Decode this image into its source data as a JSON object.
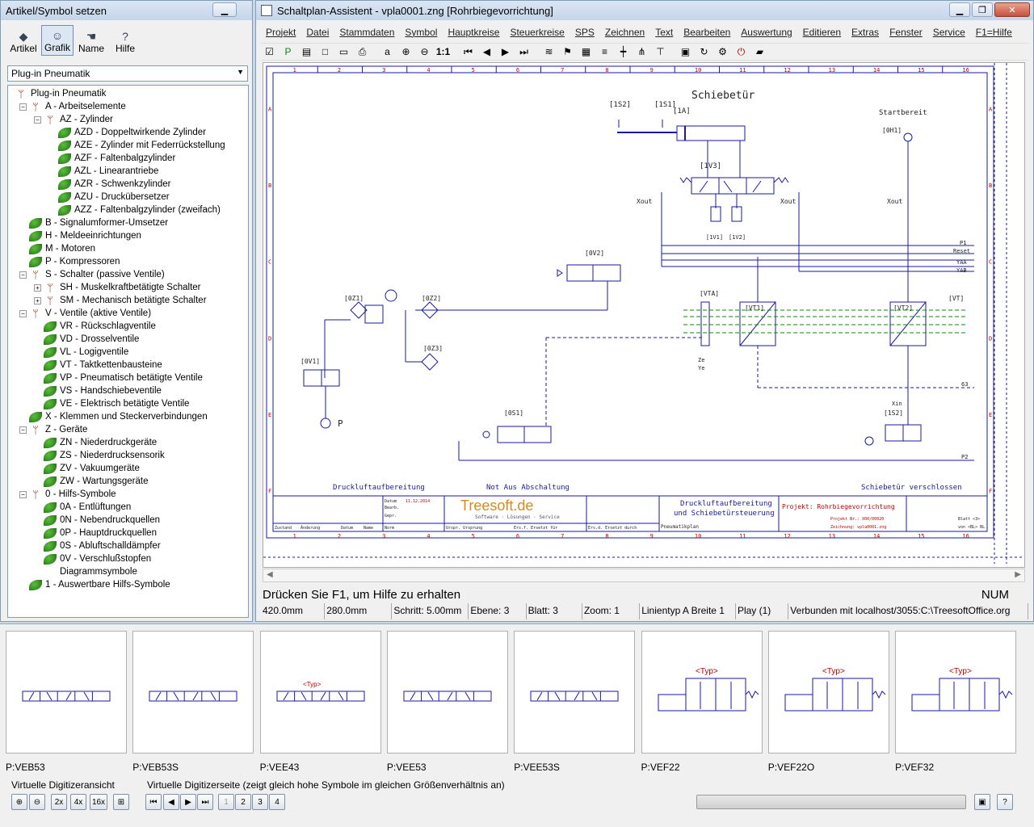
{
  "left_panel": {
    "title": "Artikel/Symbol setzen",
    "tabs": [
      {
        "label": "Artikel",
        "icon": "cube-icon"
      },
      {
        "label": "Grafik",
        "icon": "owl-icon"
      },
      {
        "label": "Name",
        "icon": "hand-icon"
      },
      {
        "label": "Hilfe",
        "icon": "question-icon"
      }
    ],
    "combo_value": "Plug-in Pneumatik",
    "tree": [
      {
        "label": "Plug-in Pneumatik",
        "level": 0,
        "kind": "root"
      },
      {
        "label": "A - Arbeitselemente",
        "level": 1,
        "kind": "branch"
      },
      {
        "label": "AZ - Zylinder",
        "level": 2,
        "kind": "branch"
      },
      {
        "label": "AZD - Doppeltwirkende Zylinder",
        "level": 3,
        "kind": "leaf"
      },
      {
        "label": "AZE - Zylinder mit Federrückstellung",
        "level": 3,
        "kind": "leaf"
      },
      {
        "label": "AZF - Faltenbalgzylinder",
        "level": 3,
        "kind": "leaf"
      },
      {
        "label": "AZL - Linearantriebe",
        "level": 3,
        "kind": "leaf"
      },
      {
        "label": "AZR - Schwenkzylinder",
        "level": 3,
        "kind": "leaf"
      },
      {
        "label": "AZU - Druckübersetzer",
        "level": 3,
        "kind": "leaf"
      },
      {
        "label": "AZZ - Faltenbalgzylinder (zweifach)",
        "level": 3,
        "kind": "leaf"
      },
      {
        "label": "B - Signalumformer-Umsetzer",
        "level": 1,
        "kind": "leaf"
      },
      {
        "label": "H - Meldeeinrichtungen",
        "level": 1,
        "kind": "leaf"
      },
      {
        "label": "M - Motoren",
        "level": 1,
        "kind": "leaf"
      },
      {
        "label": "P - Kompressoren",
        "level": 1,
        "kind": "leaf"
      },
      {
        "label": "S - Schalter (passive Ventile)",
        "level": 1,
        "kind": "branch"
      },
      {
        "label": "SH - Muskelkraftbetätigte Schalter",
        "level": 2,
        "kind": "branch-collapsed"
      },
      {
        "label": "SM - Mechanisch betätigte Schalter",
        "level": 2,
        "kind": "branch-collapsed"
      },
      {
        "label": "V - Ventile (aktive Ventile)",
        "level": 1,
        "kind": "branch"
      },
      {
        "label": "VR - Rückschlagventile",
        "level": 2,
        "kind": "leaf"
      },
      {
        "label": "VD - Drosselventile",
        "level": 2,
        "kind": "leaf"
      },
      {
        "label": "VL - Logigventile",
        "level": 2,
        "kind": "leaf"
      },
      {
        "label": "VT - Taktkettenbausteine",
        "level": 2,
        "kind": "leaf"
      },
      {
        "label": "VP - Pneumatisch betätigte Ventile",
        "level": 2,
        "kind": "leaf"
      },
      {
        "label": "VS - Handschiebeventile",
        "level": 2,
        "kind": "leaf"
      },
      {
        "label": "VE - Elektrisch betätigte Ventile",
        "level": 2,
        "kind": "leaf"
      },
      {
        "label": "X - Klemmen und Steckerverbindungen",
        "level": 1,
        "kind": "leaf"
      },
      {
        "label": "Z - Geräte",
        "level": 1,
        "kind": "branch"
      },
      {
        "label": "ZN - Niederdruckgeräte",
        "level": 2,
        "kind": "leaf"
      },
      {
        "label": "ZS - Niederdrucksensorik",
        "level": 2,
        "kind": "leaf"
      },
      {
        "label": "ZV - Vakuumgeräte",
        "level": 2,
        "kind": "leaf"
      },
      {
        "label": "ZW - Wartungsgeräte",
        "level": 2,
        "kind": "leaf"
      },
      {
        "label": "0 - Hilfs-Symbole",
        "level": 1,
        "kind": "branch"
      },
      {
        "label": "0A - Entlüftungen",
        "level": 2,
        "kind": "leaf"
      },
      {
        "label": "0N - Nebendruckquellen",
        "level": 2,
        "kind": "leaf"
      },
      {
        "label": "0P - Hauptdruckquellen",
        "level": 2,
        "kind": "leaf"
      },
      {
        "label": "0S - Abluftschalldämpfer",
        "level": 2,
        "kind": "leaf"
      },
      {
        "label": "0V - Verschlußstopfen",
        "level": 2,
        "kind": "leaf"
      },
      {
        "label": "Diagrammsymbole",
        "level": 2,
        "kind": "none"
      },
      {
        "label": "1 - Auswertbare Hilfs-Symbole",
        "level": 1,
        "kind": "leaf"
      }
    ]
  },
  "main": {
    "title": "Schaltplan-Assistent - vpla0001.zng [Rohrbiegevorrichtung]",
    "menu": [
      "Projekt",
      "Datei",
      "Stammdaten",
      "Symbol",
      "Hauptkreise",
      "Steuerkreise",
      "SPS",
      "Zeichnen",
      "Text",
      "Bearbeiten",
      "Auswertung",
      "Editieren",
      "Extras",
      "Fenster",
      "Service",
      "F1=Hilfe"
    ],
    "toolbar_icons": [
      "check-icon",
      "pn-icon",
      "page-icon",
      "new-icon",
      "open-icon",
      "print-icon",
      "abc-icon",
      "zoom-in-icon",
      "zoom-out-icon",
      "zoom-11-icon",
      "first-icon",
      "prev-icon",
      "next-icon",
      "last-icon",
      "layers-icon",
      "symbol-icon",
      "grid-icon",
      "hline-icon",
      "connect-icon",
      "nodes-icon",
      "tree-icon",
      "image-icon",
      "refresh-icon",
      "settings-icon",
      "power-icon",
      "book-icon"
    ],
    "zoom_label": "1:1",
    "drawing": {
      "title_schiebetuer": "Schiebetür",
      "label_1s2": "[1S2]",
      "label_1s1": "[1S1]",
      "label_1a": "[1A]",
      "label_1v3": "[1V3]",
      "label_1v1": "[1V1]",
      "label_1v2": "[1V2]",
      "label_startbereit": "Startbereit",
      "label_0h1": "[0H1]",
      "label_0v2": "[0V2]",
      "label_0z1": "[0Z1]",
      "label_0z2": "[0Z2]",
      "label_0z3": "[0Z3]",
      "label_0v1": "[0V1]",
      "label_0s1": "[0S1]",
      "label_vta": "[VTA]",
      "label_vt1": "[VT1]",
      "label_vt2": "[VT2]",
      "label_vt": "[VT]",
      "label_1s2b": "[1S2]",
      "label_xout1": "Xout",
      "label_xout2": "Xout",
      "label_xout3": "Xout",
      "label_xin": "Xin",
      "bus_p1": "P1",
      "bus_reset": "Reset",
      "bus_yaa": "YAA",
      "bus_yab": "YAB",
      "bus_p2": "P2",
      "bus_63": "63",
      "label_ze": "Ze",
      "label_ye": "Ye",
      "label_p": "P",
      "caption_druckluft": "Druckluftaufbereitung",
      "caption_notaus": "Not Aus Abschaltung",
      "caption_schiebetuer": "Schiebetür verschlossen",
      "tb_datum": "Datum",
      "tb_datum_val": "11.12.2014",
      "tb_bearb": "Bearb.",
      "tb_gepr": "Gepr.",
      "tb_norm": "Norm",
      "tb_zustand": "Zustand",
      "tb_aenderung": "Änderung",
      "tb_datum2": "Datum",
      "tb_name": "Name",
      "tb_ursprung": "Urspr. Ursprung",
      "tb_ersfuer": "Ers.f. Ersetzt für",
      "tb_ersdurch": "Ers.d. Ersetzt durch",
      "tb_logo": "Treesoft.de",
      "tb_logo_sub": "Software · Lösungen · Service",
      "tb_desc1": "Druckluftaufbereitung",
      "tb_desc2": "und Schiebetürsteuerung",
      "tb_plan": "Pneumatikplan",
      "tb_projekt": "Projekt: Rohrbiegevorrichtung",
      "tb_projnr": "Projekt Nr.: X00/00020",
      "tb_zeichnung": "Zeichnung: vpla0001.zng",
      "tb_blatt": "Blatt <3>",
      "tb_von": "von <BL> BL",
      "row_letters": [
        "A",
        "B",
        "C",
        "D",
        "E",
        "F"
      ],
      "col_numbers": [
        "1",
        "2",
        "3",
        "4",
        "5",
        "6",
        "7",
        "8",
        "9",
        "10",
        "11",
        "12",
        "13",
        "14",
        "15",
        "16"
      ]
    },
    "status_message": "Drücken Sie F1, um Hilfe zu erhalten",
    "status_num": "NUM",
    "statusbar": [
      "420.0mm",
      "280.0mm",
      "Schritt: 5.00mm",
      "Ebene: 3",
      "Blatt: 3",
      "Zoom: 1",
      "Linientyp A Breite 1",
      "Play (1)",
      "Verbunden mit localhost/3055:C:\\TreesoftOffice.org"
    ]
  },
  "bottom": {
    "thumbs": [
      "P:VEB53",
      "P:VEB53S",
      "P:VEE43",
      "P:VEE53",
      "P:VEE53S",
      "P:VEF22",
      "P:VEF22O",
      "P:VEF32"
    ],
    "typ_label": "<Typ>",
    "group1_label": "Virtuelle Digitizeransicht",
    "group2_label": "Virtuelle Digitizerseite  (zeigt gleich hohe Symbole im gleichen Größenverhältnis an)",
    "zoom_buttons": [
      "2x",
      "4x",
      "16x"
    ],
    "pages": [
      "1",
      "2",
      "3",
      "4"
    ]
  },
  "colors": {
    "drawing_blue": "#1a1aa0",
    "drawing_red": "#c00000",
    "drawing_green": "#0a8a0a",
    "accent": "#3a6ea5"
  }
}
